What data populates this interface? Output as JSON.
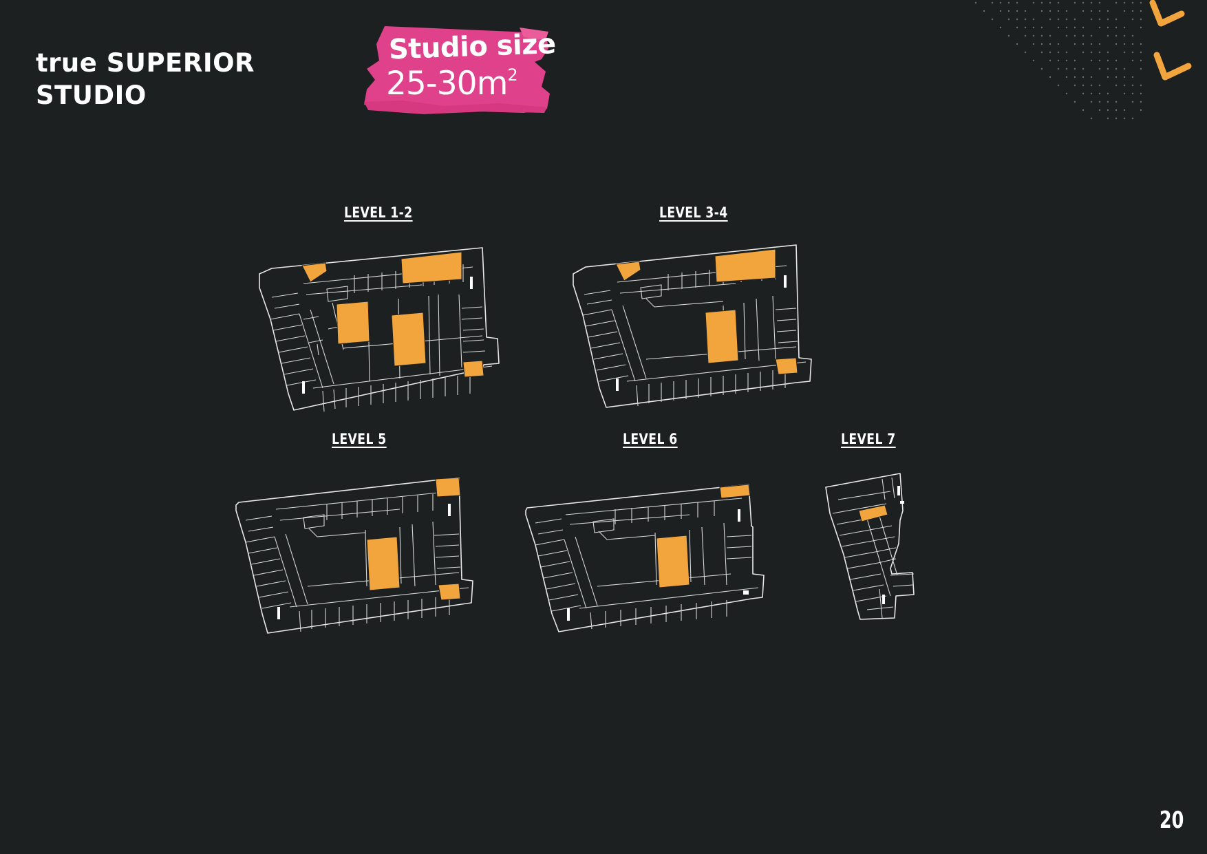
{
  "header": {
    "title_line1": "true SUPERIOR",
    "title_line2": "STUDIO"
  },
  "size_badge": {
    "label": "Studio size",
    "value": "25-30m",
    "unit_superscript": "2",
    "color": "#e0418b"
  },
  "levels": [
    {
      "id": "level-1-2",
      "label": "LEVEL 1-2"
    },
    {
      "id": "level-3-4",
      "label": "LEVEL 3-4"
    },
    {
      "id": "level-5",
      "label": "LEVEL 5"
    },
    {
      "id": "level-6",
      "label": "LEVEL 6"
    },
    {
      "id": "level-7",
      "label": "LEVEL 7"
    }
  ],
  "colors": {
    "background": "#1d2020",
    "highlight_unit": "#f2a53d",
    "plan_lines": "#e8e8e8",
    "accent_chevron": "#f2a53d"
  },
  "footer": {
    "page_number": "20"
  }
}
